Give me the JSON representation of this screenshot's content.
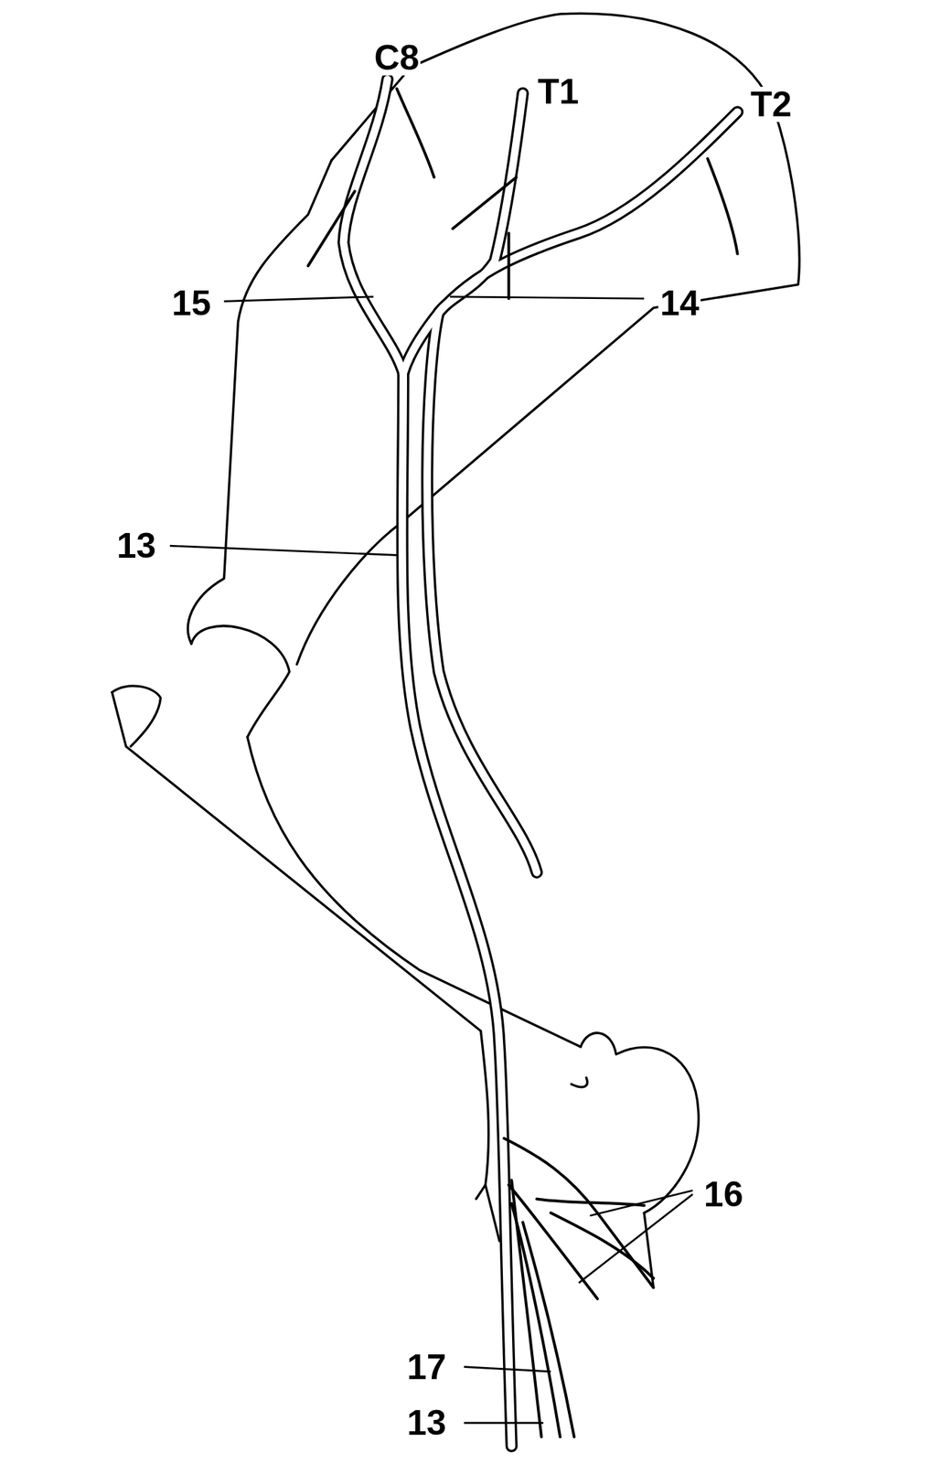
{
  "diagram": {
    "labels": [
      "C8",
      "T1",
      "T2",
      "15",
      "14",
      "13",
      "16",
      "17",
      "13"
    ]
  }
}
